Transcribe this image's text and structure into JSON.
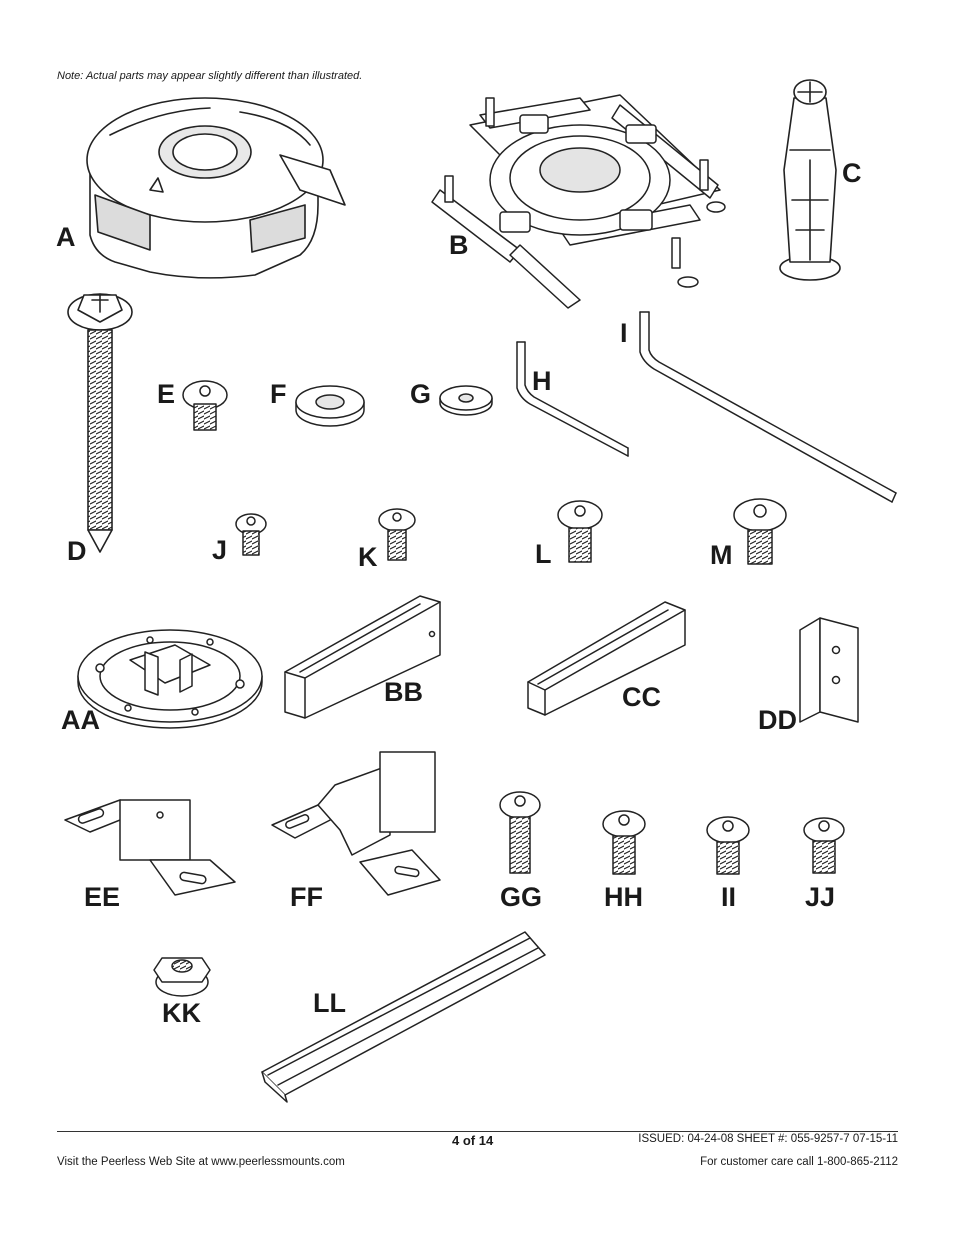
{
  "note": "Note: Actual parts may appear slightly different than illustrated.",
  "parts": [
    {
      "key": "A",
      "label": "A",
      "icon": "ceiling-adapter-ring-icon"
    },
    {
      "key": "B",
      "label": "B",
      "icon": "projector-mount-spider-icon"
    },
    {
      "key": "C",
      "label": "C",
      "icon": "wall-anchor-icon"
    },
    {
      "key": "D",
      "label": "D",
      "icon": "lag-bolt-icon"
    },
    {
      "key": "E",
      "label": "E",
      "icon": "screw-icon"
    },
    {
      "key": "F",
      "label": "F",
      "icon": "washer-icon"
    },
    {
      "key": "G",
      "label": "G",
      "icon": "washer-icon"
    },
    {
      "key": "H",
      "label": "H",
      "icon": "hex-key-icon"
    },
    {
      "key": "I",
      "label": "I",
      "icon": "hex-key-icon"
    },
    {
      "key": "J",
      "label": "J",
      "icon": "screw-icon"
    },
    {
      "key": "K",
      "label": "K",
      "icon": "screw-icon"
    },
    {
      "key": "L",
      "label": "L",
      "icon": "screw-icon"
    },
    {
      "key": "M",
      "label": "M",
      "icon": "screw-icon"
    },
    {
      "key": "AA",
      "label": "AA",
      "icon": "ceiling-plate-icon"
    },
    {
      "key": "BB",
      "label": "BB",
      "icon": "channel-rail-icon"
    },
    {
      "key": "CC",
      "label": "CC",
      "icon": "channel-rail-icon"
    },
    {
      "key": "DD",
      "label": "DD",
      "icon": "angle-bracket-icon"
    },
    {
      "key": "EE",
      "label": "EE",
      "icon": "slotted-bracket-icon"
    },
    {
      "key": "FF",
      "label": "FF",
      "icon": "slotted-bracket-icon"
    },
    {
      "key": "GG",
      "label": "GG",
      "icon": "screw-icon"
    },
    {
      "key": "HH",
      "label": "HH",
      "icon": "screw-icon"
    },
    {
      "key": "II",
      "label": "II",
      "icon": "screw-icon"
    },
    {
      "key": "JJ",
      "label": "JJ",
      "icon": "screw-icon"
    },
    {
      "key": "KK",
      "label": "KK",
      "icon": "hex-nut-icon"
    },
    {
      "key": "LL",
      "label": "LL",
      "icon": "long-rail-icon"
    }
  ],
  "footer": {
    "page": "4 of 14",
    "issued": "ISSUED: 04-24-08  SHEET #: 055-9257-7  07-15-11",
    "visit": "Visit the Peerless Web Site at www.peerlessmounts.com",
    "care": "For customer care call 1-800-865-2112"
  }
}
